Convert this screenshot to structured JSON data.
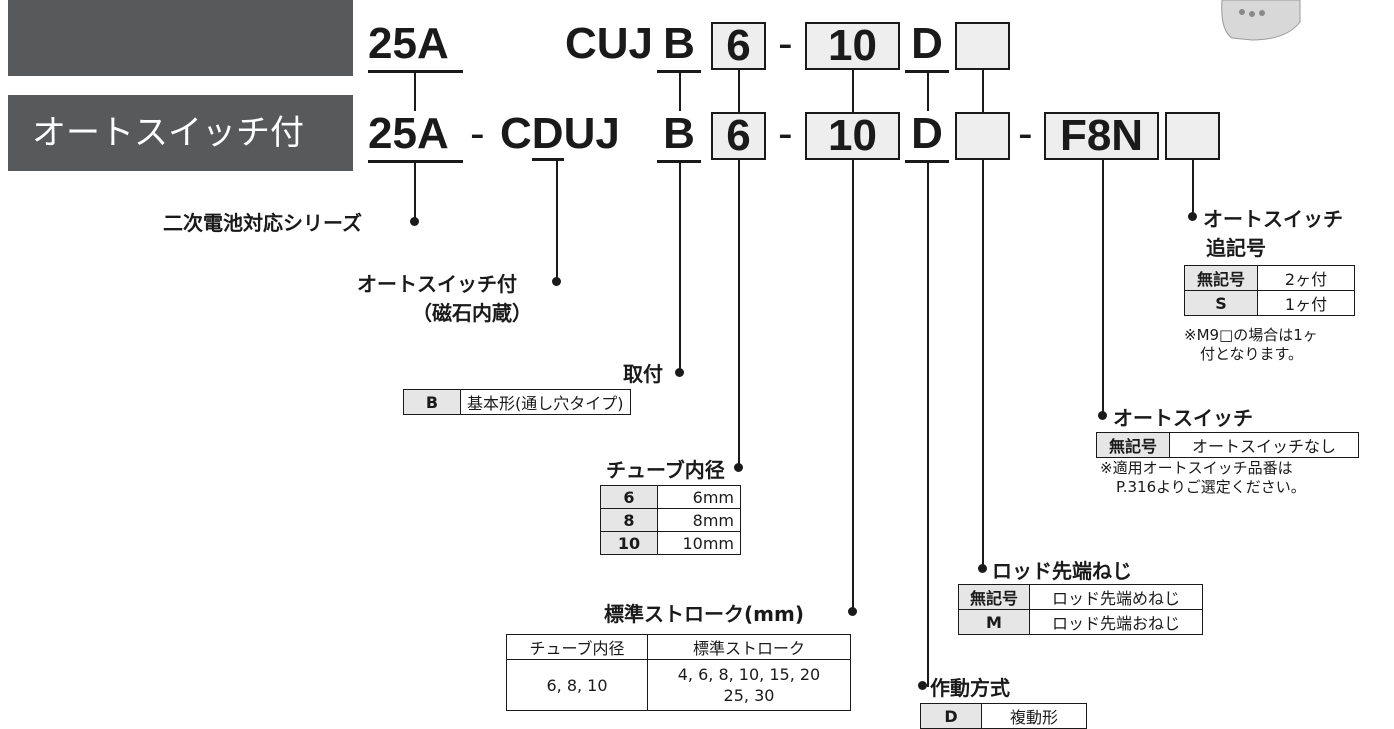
{
  "header": {
    "autoswitch_label": "オートスイッチ付"
  },
  "code_row1": {
    "series": "25A",
    "model": "CUJ",
    "mount": "B",
    "bore": "6",
    "dash1": "-",
    "stroke": "10",
    "action": "D"
  },
  "code_row2": {
    "series": "25A",
    "dash0": "-",
    "model_c": "C",
    "model_d": "D",
    "model_uj": "UJ",
    "mount": "B",
    "bore": "6",
    "dash1": "-",
    "stroke": "10",
    "action": "D",
    "dash2": "-",
    "switch": "F8N"
  },
  "labels": {
    "series": "二次電池対応シリーズ",
    "autoswitch_magnet_1": "オートスイッチ付",
    "autoswitch_magnet_2": "（磁石内蔵）",
    "mount": "取付",
    "bore": "チューブ内径",
    "stroke": "標準ストローク(mm)",
    "action": "作動方式",
    "rod": "ロッド先端ねじ",
    "switch": "オートスイッチ",
    "switch_suffix_1": "オートスイッチ",
    "switch_suffix_2": "追記号"
  },
  "tables": {
    "mount": [
      {
        "k": "B",
        "v": "基本形(通し穴タイプ)"
      }
    ],
    "bore": [
      {
        "k": "6",
        "v": "6mm"
      },
      {
        "k": "8",
        "v": "8mm"
      },
      {
        "k": "10",
        "v": "10mm"
      }
    ],
    "stroke": {
      "headers": [
        "チューブ内径",
        "標準ストローク"
      ],
      "bore": "6, 8, 10",
      "strokes_1": "4, 6, 8, 10, 15, 20",
      "strokes_2": "25, 30"
    },
    "action": [
      {
        "k": "D",
        "v": "複動形"
      }
    ],
    "rod": [
      {
        "k": "無記号",
        "v": "ロッド先端めねじ"
      },
      {
        "k": "M",
        "v": "ロッド先端おねじ"
      }
    ],
    "switch": [
      {
        "k": "無記号",
        "v": "オートスイッチなし"
      }
    ],
    "switch_suffix": [
      {
        "k": "無記号",
        "v": "2ヶ付"
      },
      {
        "k": "S",
        "v": "1ヶ付"
      }
    ]
  },
  "notes": {
    "switch_1": "※適用オートスイッチ品番は",
    "switch_2": "P.316よりご選定ください。",
    "suffix_1": "※M9□の場合は1ヶ",
    "suffix_2": "付となります。"
  }
}
